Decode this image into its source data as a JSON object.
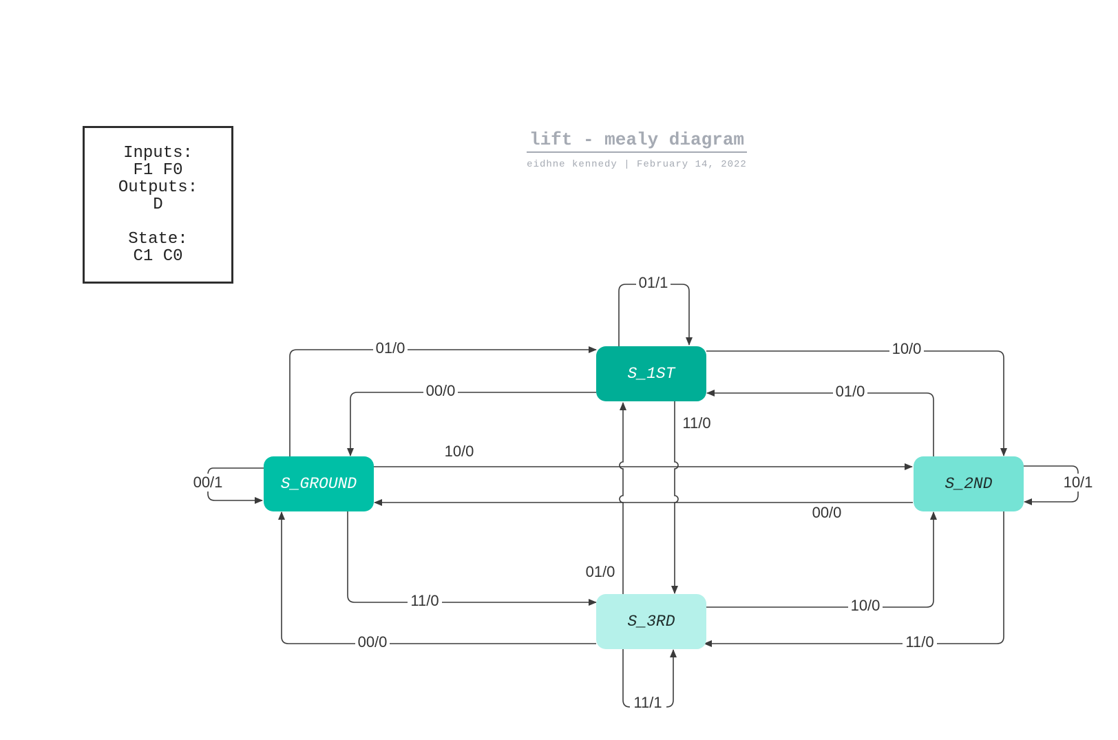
{
  "header": {
    "title": "lift - mealy diagram",
    "subtitle": "eidhne kennedy  |  February 14, 2022"
  },
  "legend": {
    "inputs_label": "Inputs:",
    "inputs_value": "F1 F0",
    "outputs_label": "Outputs:",
    "outputs_value": "D",
    "state_label": "State:",
    "state_value": "C1 C0"
  },
  "states": {
    "ground": {
      "label": "S_GROUND",
      "color": "#00bfa6"
    },
    "first": {
      "label": "S_1ST",
      "color": "#00ae96"
    },
    "second": {
      "label": "S_2ND",
      "color": "#75e3d5"
    },
    "third": {
      "label": "S_3RD",
      "color": "#b5f1ea"
    }
  },
  "transitions": {
    "first_self": "01/1",
    "ground_to_first": "01/0",
    "first_to_second": "10/0",
    "first_to_ground": "00/0",
    "second_to_first": "01/0",
    "first_to_third": "11/0",
    "ground_to_second": "10/0",
    "ground_self": "00/1",
    "second_self": "10/1",
    "second_to_ground": "00/0",
    "third_to_first": "01/0",
    "ground_to_third": "11/0",
    "third_to_second": "10/0",
    "third_to_ground": "00/0",
    "second_to_third": "11/0",
    "third_self": "11/1"
  }
}
